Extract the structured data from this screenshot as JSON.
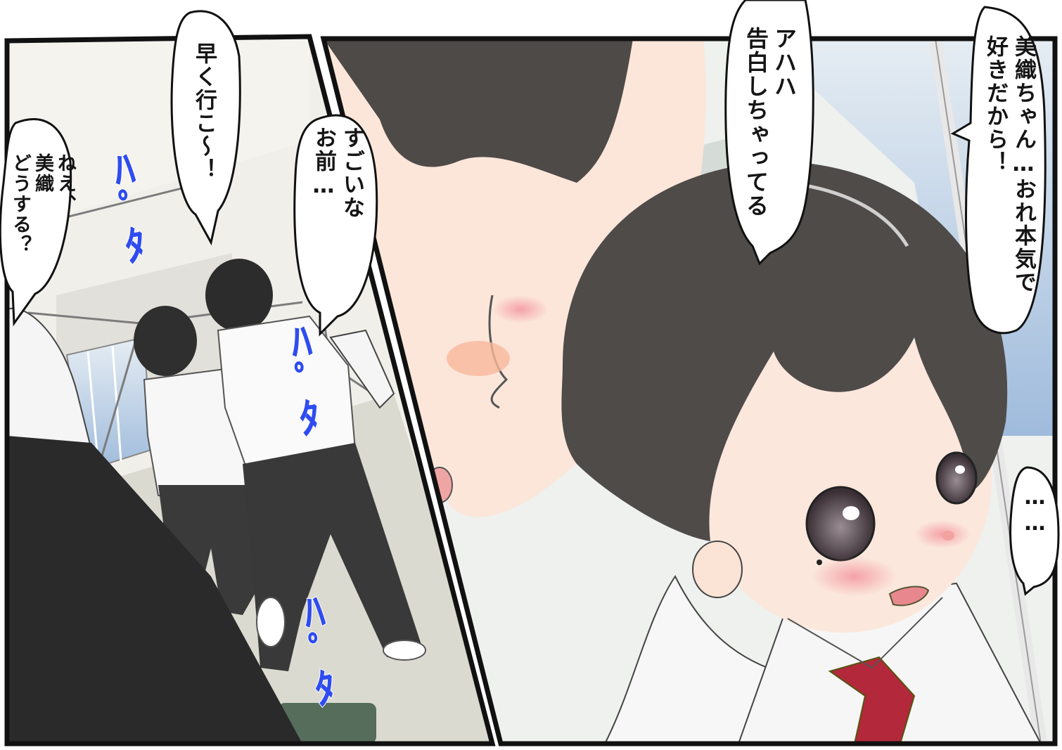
{
  "panels": {
    "left": {
      "bubbles": {
        "nee": "ねえ、\n美織\nどうする？",
        "hayaku": "早く行こ～！",
        "sugoi": "すごいな\nお前…"
      },
      "sfx": {
        "top": "ﾊﾟﾀ",
        "middle": "ﾊﾟﾀ",
        "bottom": "ﾊﾟﾀ"
      }
    },
    "right": {
      "bubbles": {
        "ahaha": "アハハ\n告白しちゃってる",
        "confession": "美織ちゃん…おれ本気で\n好きだから！",
        "silence": "……"
      }
    }
  },
  "colors": {
    "sfx": "#2f4cf0",
    "hair": "#4f4b49",
    "skin": "#fbe6d9",
    "ribbon": "#b3283a",
    "floor": "#dcdcd2",
    "sky": "#a9c7e8",
    "pants": "#3a3a3a",
    "border": "#111111"
  }
}
